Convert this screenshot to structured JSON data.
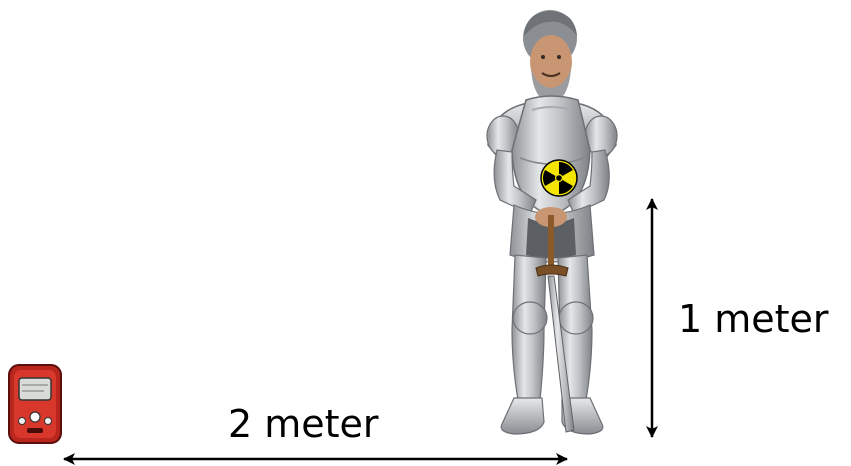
{
  "labels": {
    "horizontal_distance": "2 meter",
    "vertical_distance": "1 meter"
  },
  "figures": {
    "detector": "radiation-detector-device",
    "person": "person-in-plate-armor",
    "symbol": "radiation-trefoil-symbol"
  },
  "colors": {
    "arrow": "#000000",
    "detector_body": "#c0281f",
    "armor": "#c9cbcd",
    "trefoil_yellow": "#f4e400",
    "trefoil_black": "#000000"
  }
}
